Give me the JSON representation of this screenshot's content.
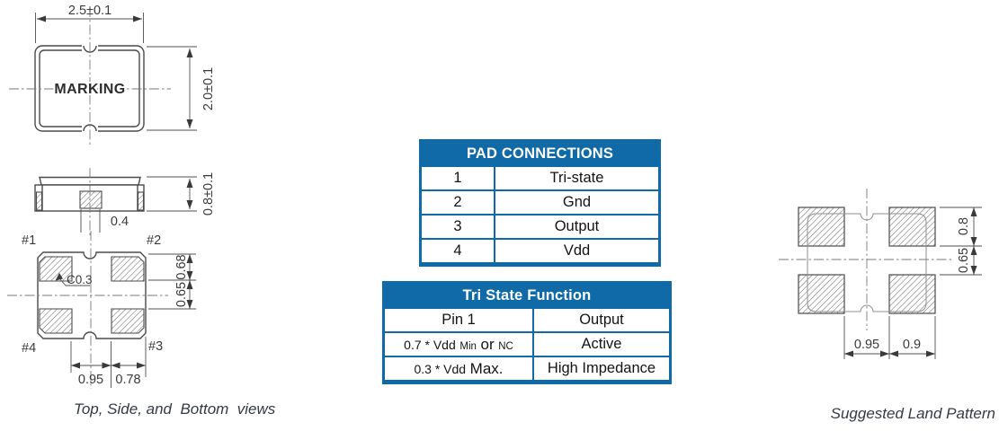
{
  "colors": {
    "accent_blue": "#0f6aa7",
    "drawing_line": "#4a4a4a"
  },
  "views": {
    "caption": "Top, Side, and  Bottom  views",
    "top": {
      "width_dim": "2.5±0.1",
      "height_dim": "2.0±0.1",
      "marking": "MARKING"
    },
    "side": {
      "height_dim": "0.8±0.1",
      "center_pad_dim": "0.4"
    },
    "bottom": {
      "pin1": "#1",
      "pin2": "#2",
      "pin3": "#3",
      "pin4": "#4",
      "chamfer": "C0.3",
      "dim_top_gap": "0.68",
      "dim_mid_gap": "0.65",
      "dim_left_span": "0.95",
      "dim_right_span": "0.78"
    }
  },
  "pad_connections": {
    "title": "PAD CONNECTIONS",
    "rows": [
      [
        "1",
        "Tri-state"
      ],
      [
        "2",
        "Gnd"
      ],
      [
        "3",
        "Output"
      ],
      [
        "4",
        "Vdd"
      ]
    ]
  },
  "tri_state": {
    "title": "Tri State Function",
    "col1_header": "Pin 1",
    "col2_header": "Output",
    "row1": {
      "p1": "0.7 * Vdd",
      "p2": "Min",
      "p3": "or",
      "p4": "NC",
      "output": "Active"
    },
    "row2": {
      "p1": "0.3 * Vdd",
      "p2": "Max.",
      "output": "High Impedance"
    }
  },
  "land": {
    "caption": "Suggested Land Pattern",
    "dim_pad_h": "0.8",
    "dim_gap_v": "0.65",
    "dim_gap_h": "0.95",
    "dim_pad_w": "0.9"
  }
}
